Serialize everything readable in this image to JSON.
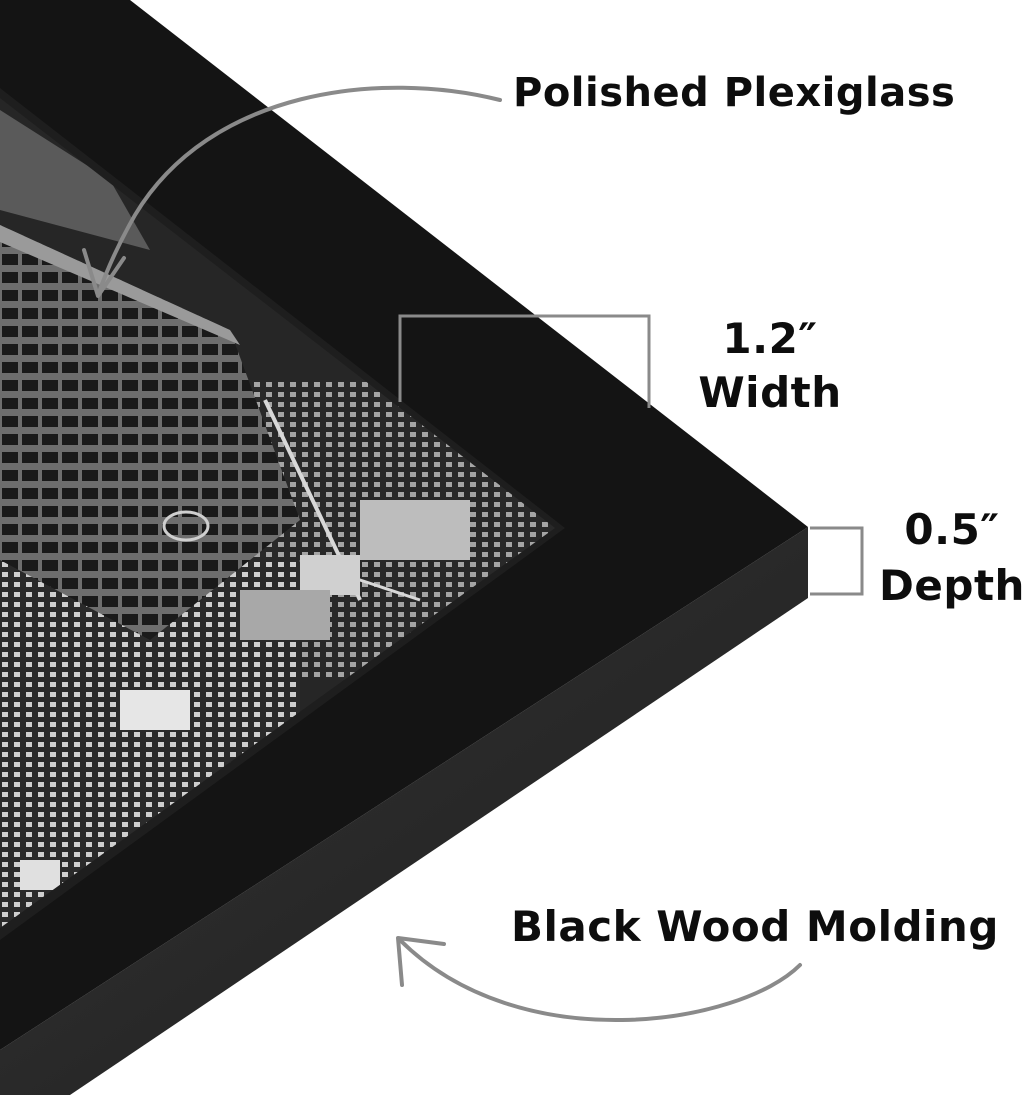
{
  "colors": {
    "background": "#ffffff",
    "frame_face": "#141414",
    "frame_edge": "#2b2b2b",
    "annotation_gray": "#8a8a8a",
    "text": "#0d0d0d"
  },
  "labels": {
    "plexiglass": "Polished Plexiglass",
    "width_value": "1.2″",
    "width_word": "Width",
    "depth_value": "0.5″",
    "depth_word": "Depth",
    "molding": "Black Wood Molding"
  },
  "icons": [
    "curved-arrow-icon",
    "curved-arrow-icon"
  ]
}
